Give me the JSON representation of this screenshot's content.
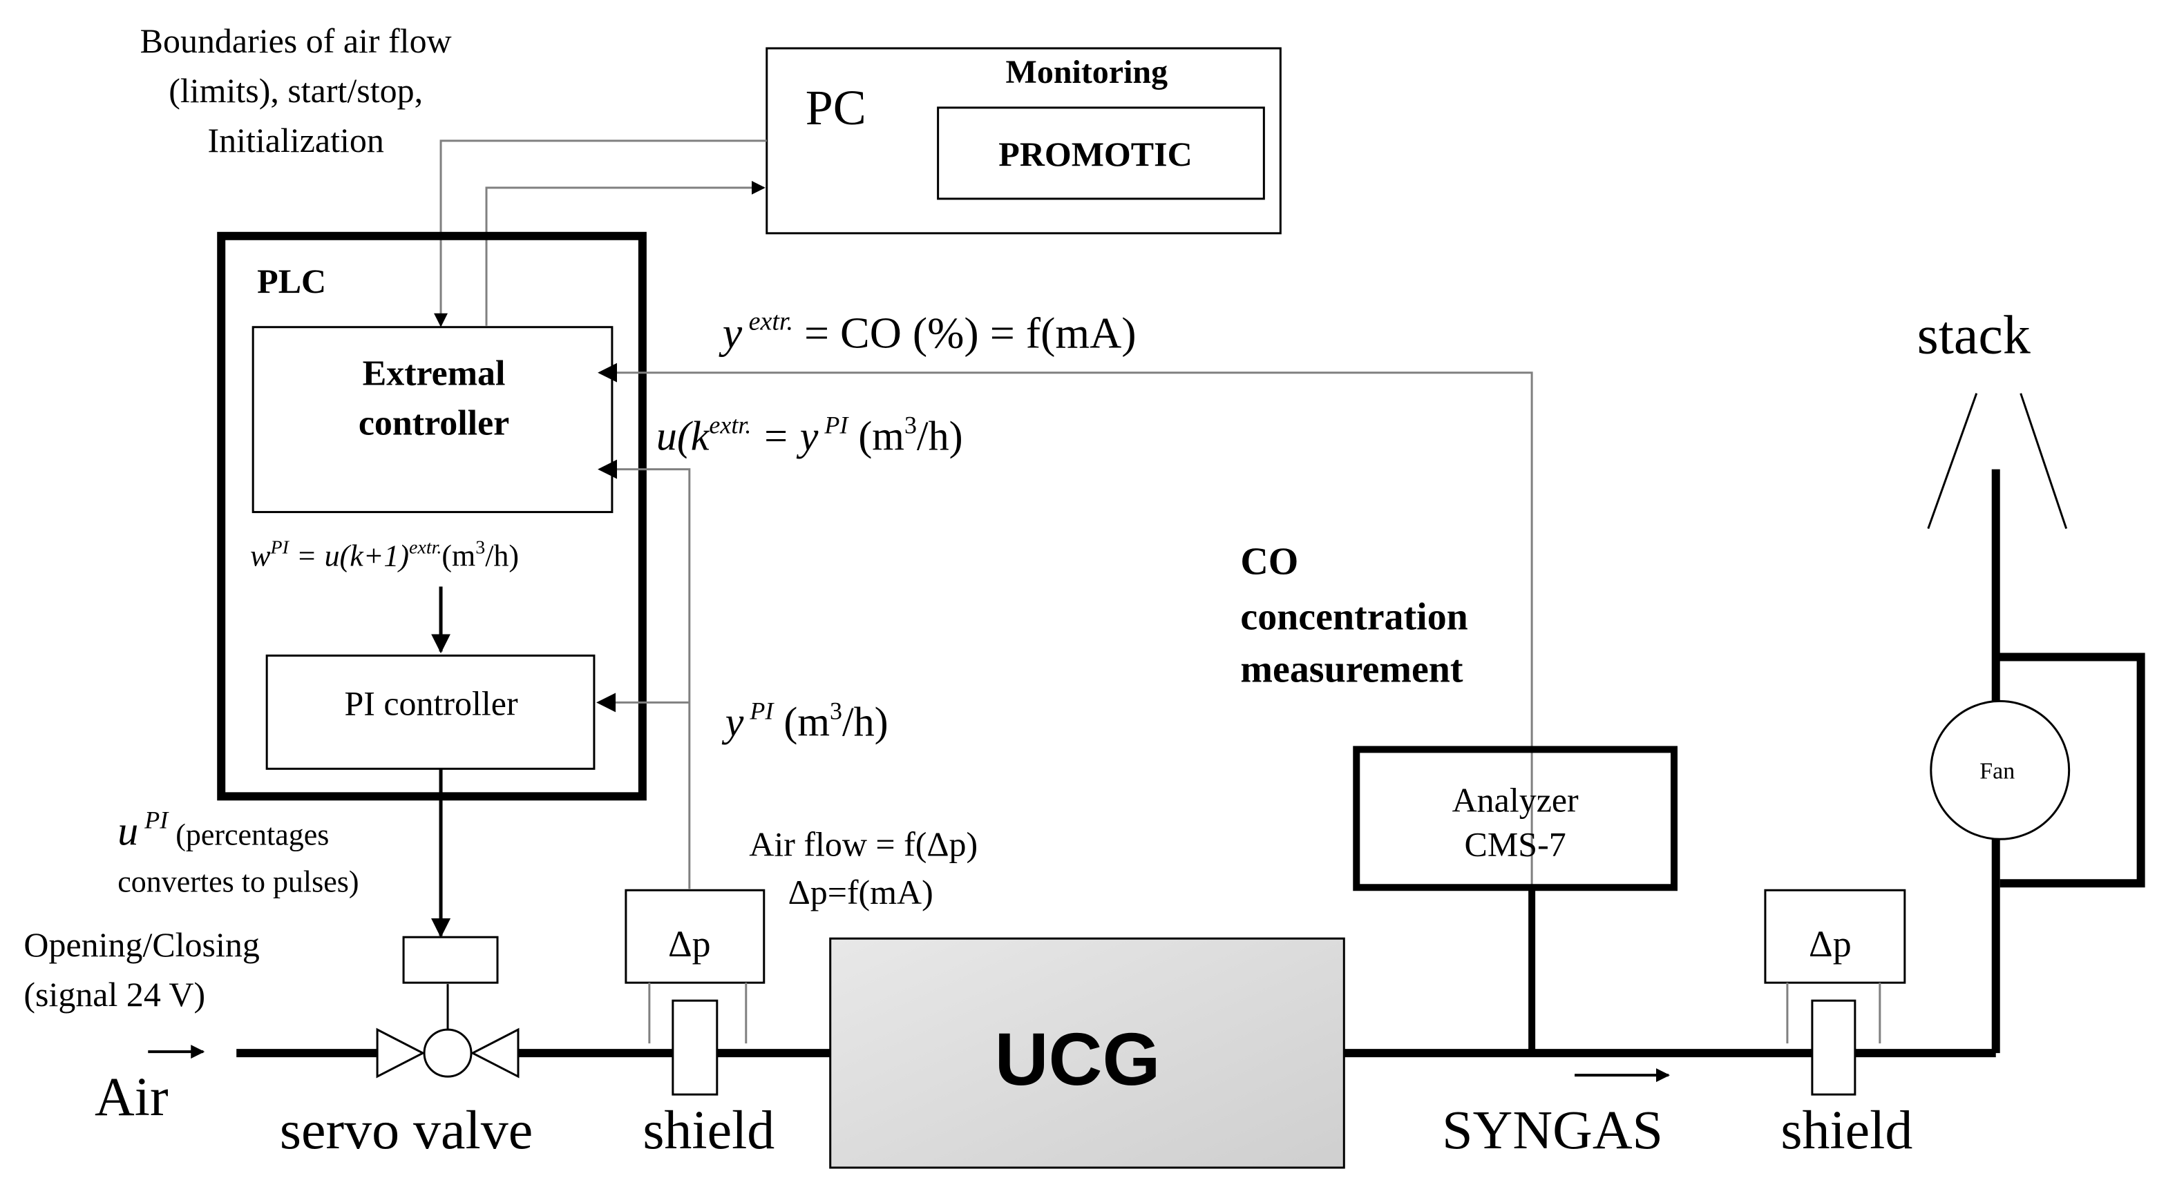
{
  "colors": {
    "line": "#000000",
    "thin_line": "#808080",
    "ucg_fill_light": "#e8e8e8",
    "ucg_fill_dark": "#cfcfcf",
    "background": "#ffffff"
  },
  "pc": {
    "title": "PC",
    "monitoring_label": "Monitoring",
    "software": "PROMOTIC"
  },
  "settings_note": {
    "line1": "Boundaries of air flow",
    "line2": "(limits), start/stop,",
    "line3": "Initialization"
  },
  "plc": {
    "title": "PLC",
    "extremal_line1": "Extremal",
    "extremal_line2": "controller",
    "pi_label": "PI controller",
    "setpoint": {
      "w": "w",
      "w_sup": "PI",
      "eq": " = u(k+1)",
      "eq_sup": "extr.",
      "unit_a": "(m",
      "unit_sup": "3",
      "unit_b": "/h)"
    }
  },
  "signals": {
    "y_extr": {
      "y": "y",
      "sup": " extr.",
      "rest": " = CO (%) = f(mA)"
    },
    "u_extr": {
      "lhs": "u(k",
      "sup": "extr.",
      "eq": " = y",
      "sup2": " PI",
      "unit_a": " (m",
      "unit_sup": "3",
      "unit_b": "/h)"
    },
    "y_pi": {
      "y": "y",
      "sup": " PI",
      "unit_a": " (m",
      "unit_sup": "3",
      "unit_b": "/h)"
    },
    "u_pi": {
      "u": "u",
      "sup": " PI",
      "text1": " (percentages",
      "text2": "convertes to pulses)"
    },
    "air_flow_eq1": "Air flow = f(Δp)",
    "air_flow_eq2": "Δp=f(mA)",
    "opening_line1": "Opening/Closing",
    "opening_line2": "(signal 24 V)"
  },
  "co_measurement": {
    "line1": "CO",
    "line2": "concentration",
    "line3": "measurement"
  },
  "analyzer": {
    "line1": "Analyzer",
    "line2": "CMS-7"
  },
  "process": {
    "air": "Air",
    "servo_valve": "servo valve",
    "shield_left": "shield",
    "ucg": "UCG",
    "syngas": "SYNGAS",
    "shield_right": "shield",
    "stack": "stack",
    "fan": "Fan",
    "dp_left": "Δp",
    "dp_right": "Δp"
  }
}
